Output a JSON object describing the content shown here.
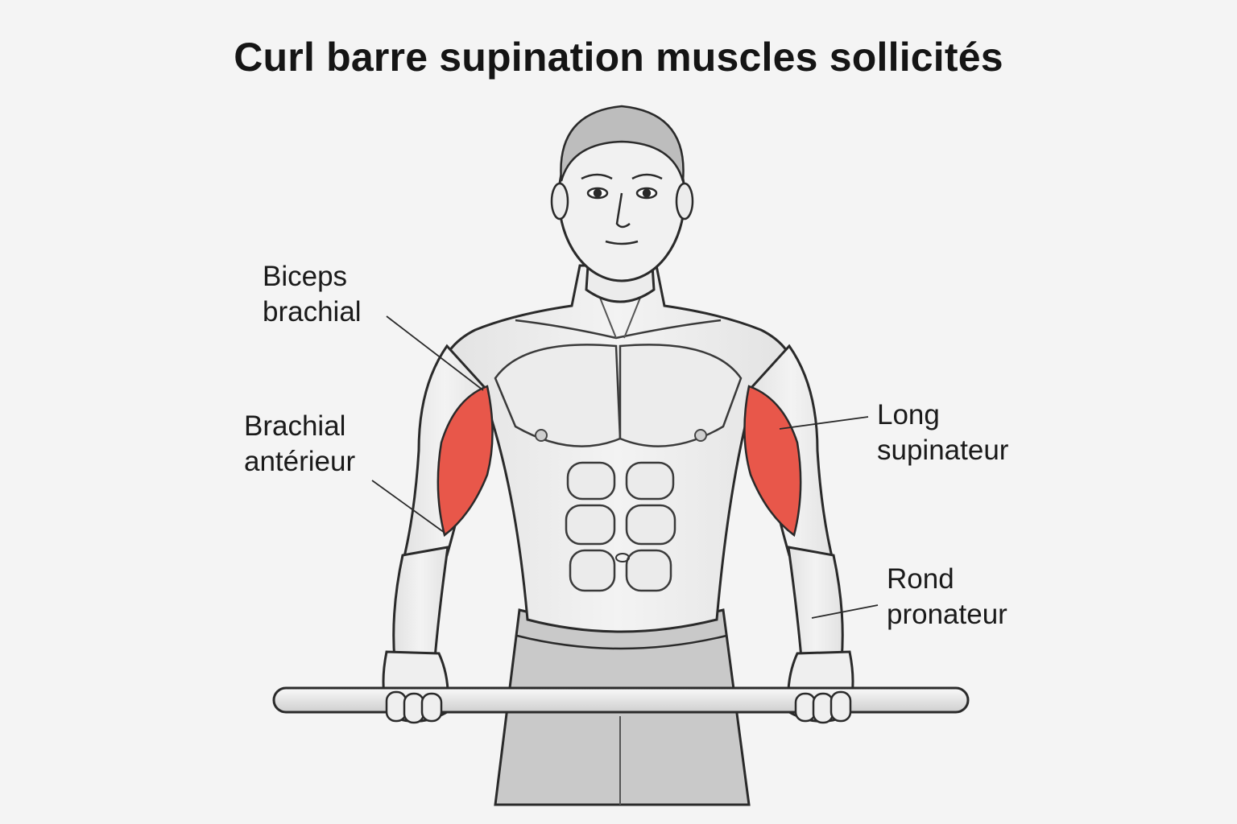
{
  "title": "Curl barre supination muscles sollicités",
  "labels": {
    "biceps": {
      "line1": "Biceps",
      "line2": "brachial"
    },
    "brachial": {
      "line1": "Brachial",
      "line2": "antérieur"
    },
    "long_supinateur": {
      "line1": "Long",
      "line2": "supinateur"
    },
    "rond_pronateur": {
      "line1": "Rond",
      "line2": "pronateur"
    }
  },
  "colors": {
    "background": "#f4f4f4",
    "highlight_muscle": "#e8574a",
    "skin": "#eeeeee",
    "outline": "#2a2a2a",
    "shorts": "#c9c9c9",
    "bar": "#e6e6e6"
  }
}
